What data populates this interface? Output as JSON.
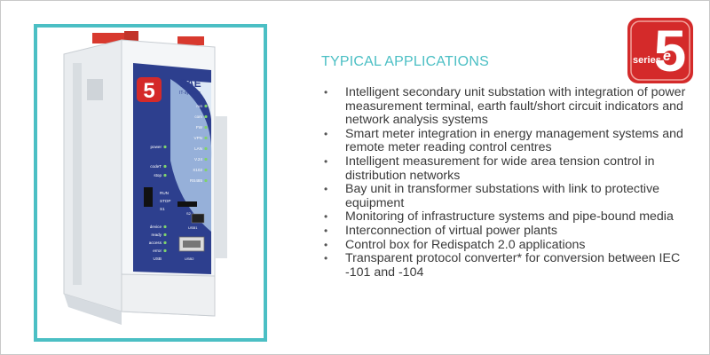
{
  "heading": "TYPICAL APPLICATIONS",
  "applications": [
    "Intelligent secondary unit substation with integration of power measurement terminal, earth fault/short circuit indicators and network analysis systems",
    "Smart meter integration in energy management systems and remote meter reading control centres",
    "Intelligent measurement for wide area tension control in distribution networks",
    "Bay unit in transformer substations with link to protective equipment",
    "Monitoring of infrastructure systems and pipe-bound media",
    "Interconnection of virtual power plants",
    "Control box for Redispatch 2.0 applications",
    "Transparent protocol converter* for conversion between IEC -101 and -104"
  ],
  "bullet_char": "•",
  "logo": {
    "word": "series",
    "mark": "e",
    "number": "5"
  },
  "device": {
    "brand": "SAE",
    "brand_sub": "IT-systems",
    "leds_right": [
      "run",
      "com",
      "FW",
      "VPN",
      "LAN",
      "V.24",
      "X102",
      "RS485"
    ],
    "leds_left": [
      "power",
      "codeT",
      "stop"
    ],
    "switch_labels": [
      "RUN",
      "STOP",
      "S1"
    ],
    "status_labels": [
      "device",
      "ready",
      "access",
      "error",
      "USB"
    ],
    "usb1": "USB1",
    "usb2": "USB2",
    "s2": "S2"
  },
  "colors": {
    "accent": "#4bbfc4",
    "logo_red": "#d42a2a",
    "device_blue": "#2d3f8e",
    "text": "#3a3a3a"
  }
}
